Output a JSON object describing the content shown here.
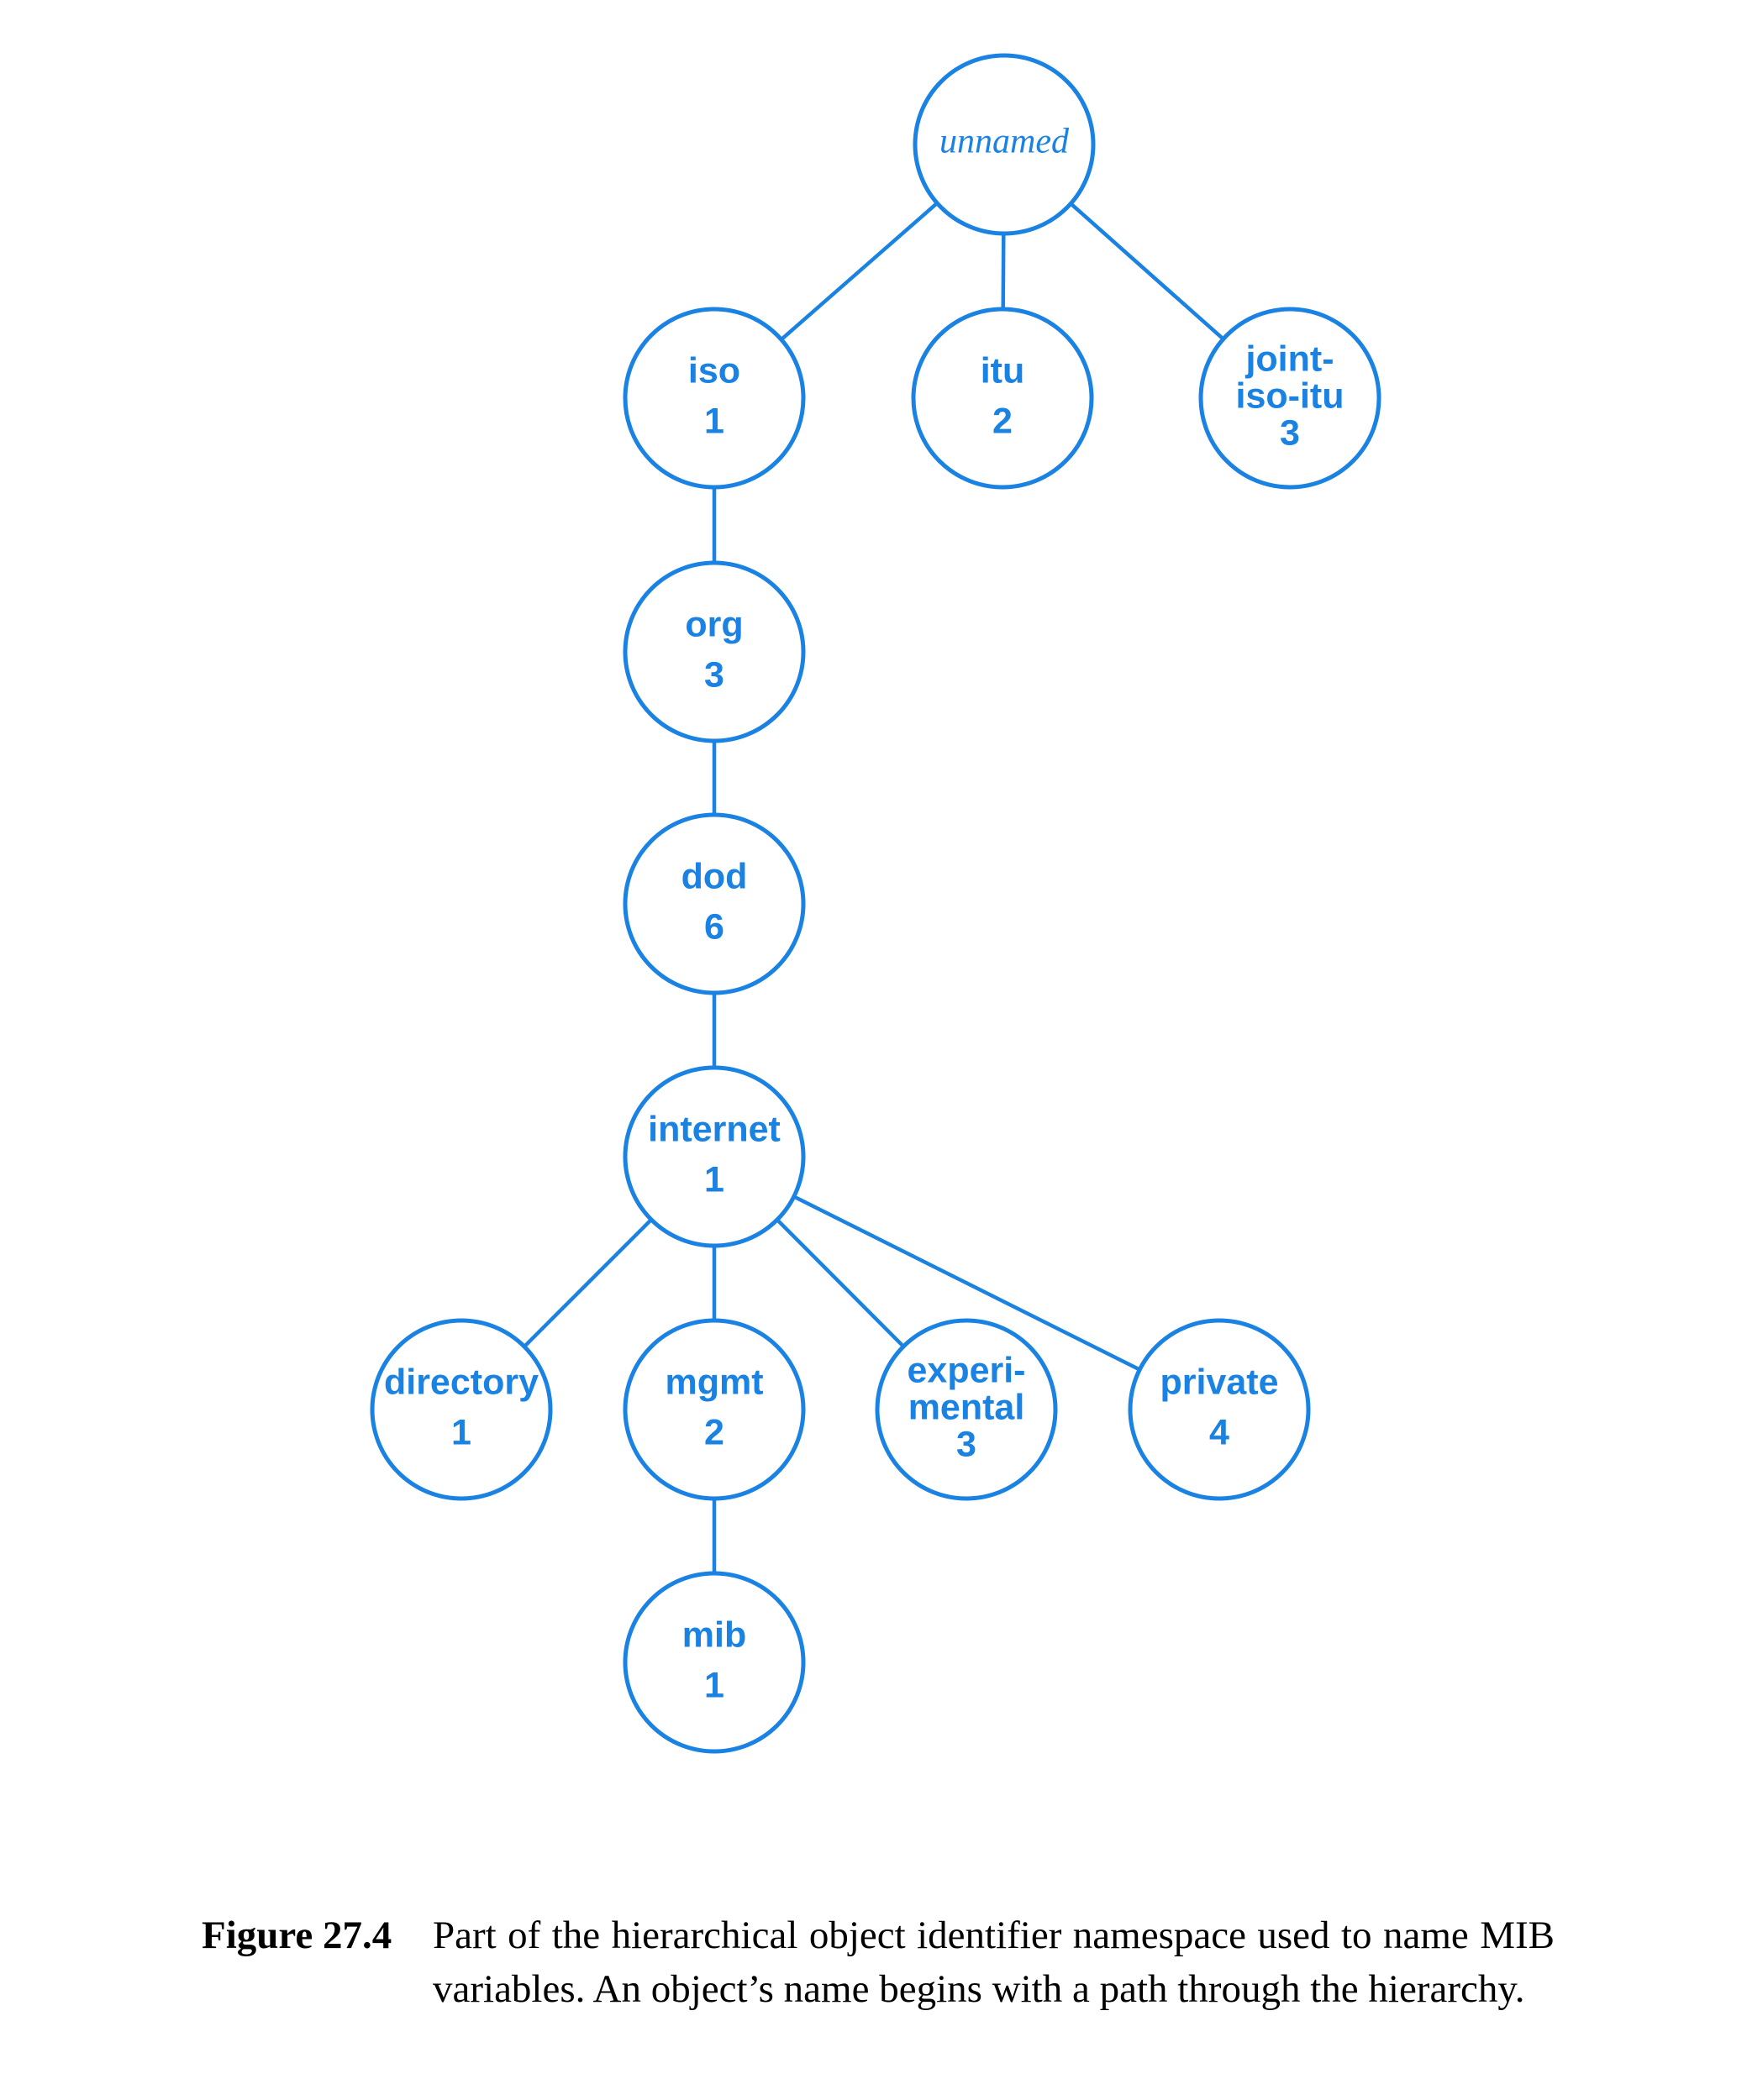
{
  "diagram": {
    "nodes": [
      {
        "id": "unnamed",
        "lines": [
          "unnamed"
        ],
        "italic": true
      },
      {
        "id": "iso",
        "lines": [
          "iso",
          "1"
        ]
      },
      {
        "id": "itu",
        "lines": [
          "itu",
          "2"
        ]
      },
      {
        "id": "joint-iso-itu",
        "lines": [
          "joint-",
          "iso-itu",
          "3"
        ]
      },
      {
        "id": "org",
        "lines": [
          "org",
          "3"
        ]
      },
      {
        "id": "dod",
        "lines": [
          "dod",
          "6"
        ]
      },
      {
        "id": "internet",
        "lines": [
          "internet",
          "1"
        ]
      },
      {
        "id": "directory",
        "lines": [
          "directory",
          "1"
        ]
      },
      {
        "id": "mgmt",
        "lines": [
          "mgmt",
          "2"
        ]
      },
      {
        "id": "experimental",
        "lines": [
          "experi-",
          "mental",
          "3"
        ]
      },
      {
        "id": "private",
        "lines": [
          "private",
          "4"
        ]
      },
      {
        "id": "mib",
        "lines": [
          "mib",
          "1"
        ]
      }
    ],
    "edges": [
      [
        "unnamed",
        "iso"
      ],
      [
        "unnamed",
        "itu"
      ],
      [
        "unnamed",
        "joint-iso-itu"
      ],
      [
        "iso",
        "org"
      ],
      [
        "org",
        "dod"
      ],
      [
        "dod",
        "internet"
      ],
      [
        "internet",
        "directory"
      ],
      [
        "internet",
        "mgmt"
      ],
      [
        "internet",
        "experimental"
      ],
      [
        "internet",
        "private"
      ],
      [
        "mgmt",
        "mib"
      ]
    ],
    "color": "#1a82e2"
  },
  "caption": {
    "label": "Figure 27.4",
    "text": "Part of the hierarchical object identifier namespace used to name MIB variables.  An object’s name begins with a path through the hierarchy."
  }
}
